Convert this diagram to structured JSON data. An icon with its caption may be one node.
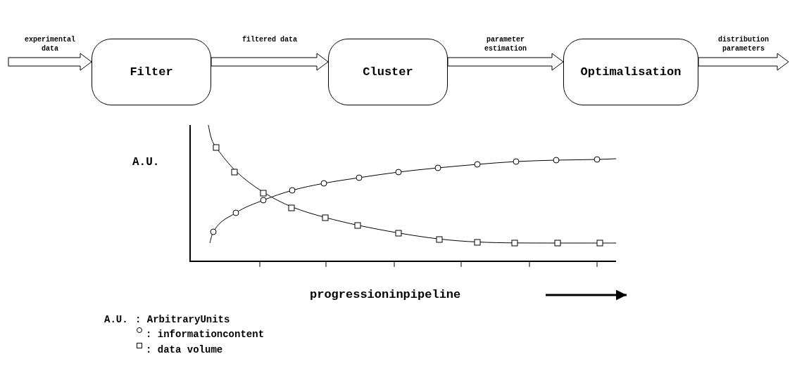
{
  "diagram": {
    "nodes": [
      {
        "text": [
          "Filter"
        ]
      },
      {
        "text": [
          "Cluster"
        ]
      },
      {
        "text": [
          "Optimalisation"
        ]
      }
    ],
    "edges": [
      {
        "from": null,
        "to": 0,
        "arrow": "to",
        "label": "experimental data"
      },
      {
        "from": 0,
        "to": 1,
        "arrow": "to",
        "label": "filtered data"
      },
      {
        "from": 1,
        "to": 2,
        "arrow": "to",
        "label": "parameter estimation"
      },
      {
        "from": 2,
        "to": null,
        "arrow": "to",
        "label": "distribution parameters"
      }
    ],
    "labels": [
      "A.U.",
      "progressioninpipeline",
      "A.U.",
      ": ArbitraryUnits"
    ],
    "legend": [
      {
        "text": ": informationcontent"
      },
      {
        "text": ": data volume"
      }
    ]
  }
}
